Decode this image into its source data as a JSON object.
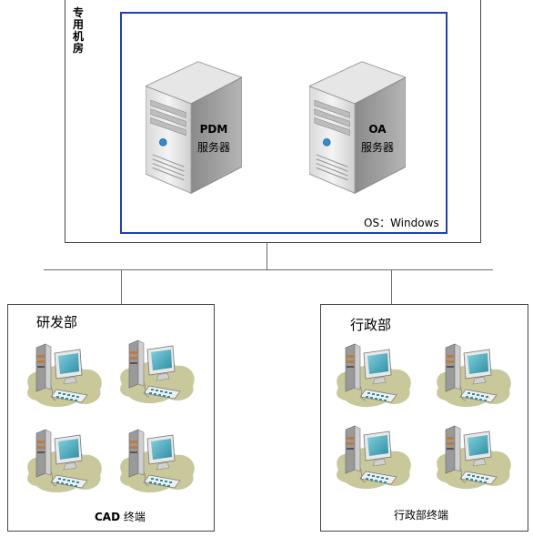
{
  "server_room": {
    "label": "专用机房",
    "os_label": "OS：Windows",
    "servers": [
      {
        "name": "PDM",
        "role": "服务器"
      },
      {
        "name": "OA",
        "role": "服务器"
      }
    ]
  },
  "departments": [
    {
      "title": "研发部",
      "caption_bold": "CAD",
      "caption_rest": " 终端",
      "terminal_count": 4
    },
    {
      "title": "行政部",
      "caption_bold": "",
      "caption_rest": "行政部终端",
      "terminal_count": 4
    }
  ],
  "colors": {
    "server_room_border": "#1f3fbf",
    "blob": "#c8c89a",
    "monitor_screen": "#4fb3c6"
  }
}
